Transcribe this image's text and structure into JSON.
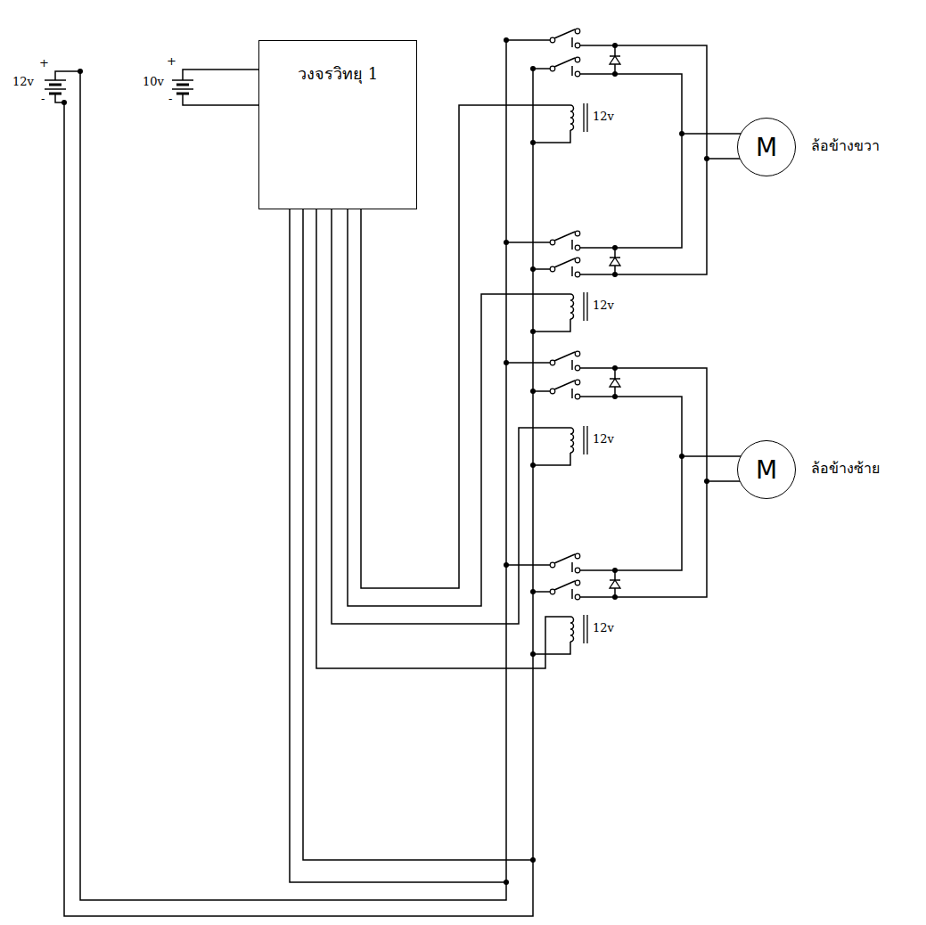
{
  "diagram": {
    "nodes": [
      {
        "text": [
          "วงจรวิทยุ 1"
        ]
      },
      {
        "text": [
          "M"
        ]
      },
      {
        "text": [
          "M"
        ]
      }
    ],
    "labels": [
      "12v",
      "+",
      "-",
      "10v",
      "+",
      "-",
      "12v",
      "12v",
      "12v",
      "12v",
      "ล้อข้างขวา",
      "ล้อข้างซ้าย"
    ]
  }
}
